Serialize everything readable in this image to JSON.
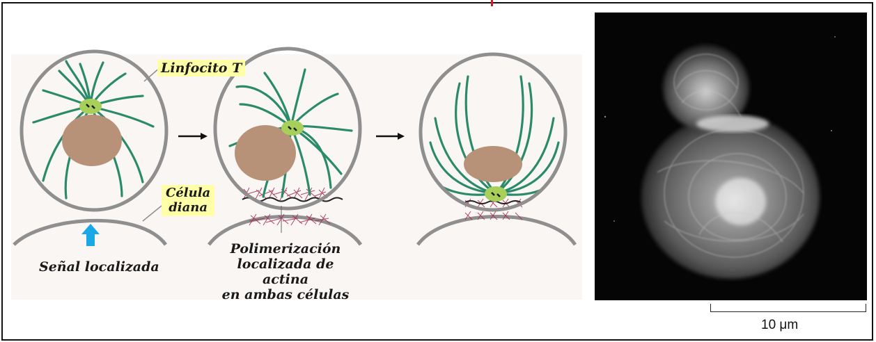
{
  "labels": {
    "t_cell": "Linfocito T",
    "target_cell_line1": "Célula",
    "target_cell_line2": "diana",
    "signal": "Señal localizada",
    "actin_line1": "Polimerización",
    "actin_line2": "localizada de actina",
    "actin_line3": "en ambas células"
  },
  "scale_bar": {
    "label": "10 μm"
  },
  "colors": {
    "membrane": "#8f8f8f",
    "microtubule": "#2a8a6a",
    "centrosome": "#a7cf59",
    "nucleus": "#b79278",
    "actin": "#a8244e",
    "signal_arrow": "#19a8e6",
    "label_highlight": "#ffffa8",
    "frame_accent": "#e0141e"
  },
  "icons": [
    "arrow-right-icon",
    "arrow-up-icon"
  ]
}
